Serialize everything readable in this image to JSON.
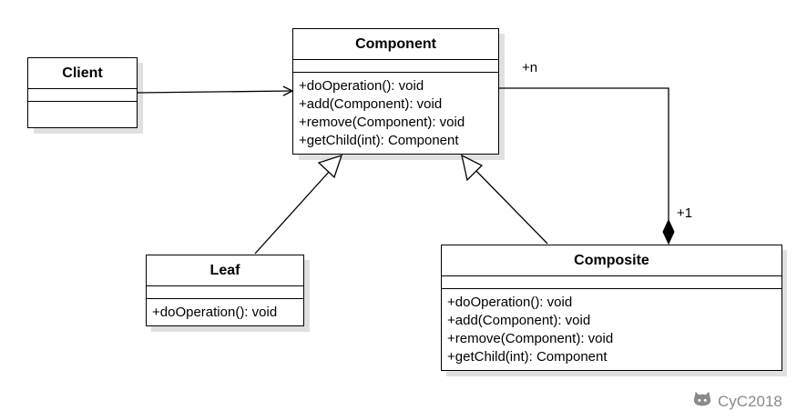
{
  "classes": {
    "client": {
      "name": "Client",
      "operations": []
    },
    "component": {
      "name": "Component",
      "operations": [
        "+doOperation(): void",
        "+add(Component): void",
        "+remove(Component): void",
        "+getChild(int): Component"
      ]
    },
    "leaf": {
      "name": "Leaf",
      "operations": [
        "+doOperation(): void"
      ]
    },
    "composite": {
      "name": "Composite",
      "operations": [
        "+doOperation(): void",
        "+add(Component): void",
        "+remove(Component): void",
        "+getChild(int): Component"
      ]
    }
  },
  "multiplicities": {
    "many": "+n",
    "one": "+1"
  },
  "watermark": {
    "text": "CyC2018",
    "icon": "github-octocat-icon"
  }
}
